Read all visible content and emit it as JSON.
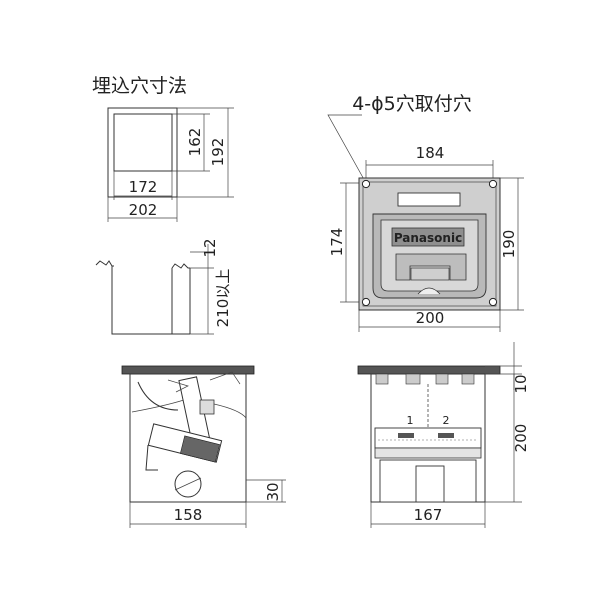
{
  "title_cutout": "埋込穴寸法",
  "mount_hole_label": "4-ϕ5穴取付穴",
  "cutout": {
    "w_inner": "172",
    "w_outer": "202",
    "h_inner": "162",
    "h_outer": "192"
  },
  "depth_note": {
    "top": "12",
    "depth": "210以上"
  },
  "top_view": {
    "hole_pitch_w": "184",
    "hole_pitch_h": "174",
    "outer_w": "200",
    "outer_h": "190",
    "brand": "Panasonic"
  },
  "side_left": {
    "width": "158",
    "height": "30"
  },
  "side_right": {
    "width": "167",
    "flange": "10",
    "depth": "200",
    "outlet_1": "1",
    "outlet_2": "2"
  }
}
